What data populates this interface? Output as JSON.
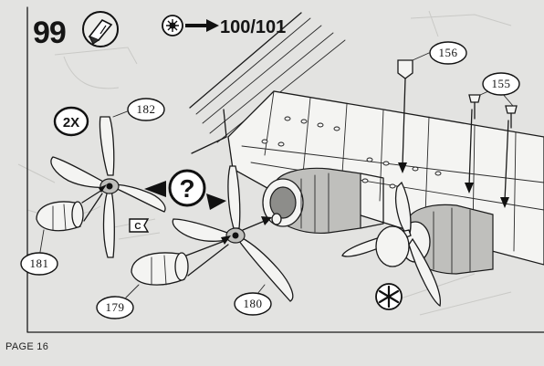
{
  "step": {
    "number": "99"
  },
  "reference": {
    "target": "100/101"
  },
  "parts": {
    "p156": "156",
    "p155": "155",
    "p182": "182",
    "p181": "181",
    "p179": "179",
    "p180": "180"
  },
  "quantity": {
    "label": "2X"
  },
  "callout": {
    "question": "?",
    "flag": "C"
  },
  "footer": {
    "page": "PAGE 16"
  },
  "icons": [
    "glue-tube-icon",
    "assembly-reference-icon",
    "symmetry-asterisk-icon"
  ]
}
